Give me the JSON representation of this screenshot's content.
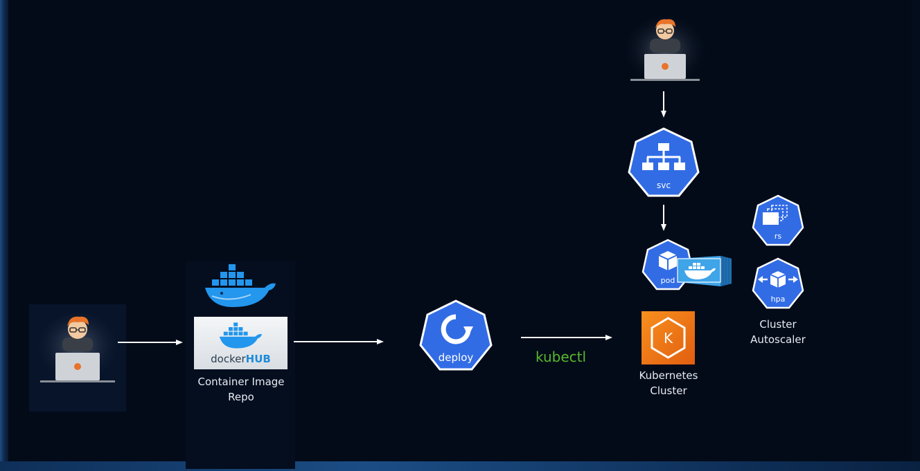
{
  "nodes": {
    "developer_left": {
      "icon": "developer-laptop-icon"
    },
    "developer_top": {
      "icon": "developer-laptop-icon"
    },
    "docker_logo": {
      "icon": "docker-whale-icon"
    },
    "dockerhub": {
      "text_docker": "docker",
      "text_hub": "HUB",
      "icon": "dockerhub-logo-icon"
    },
    "container_repo": {
      "label_line1": "Container Image",
      "label_line2": "Repo"
    },
    "deploy": {
      "label": "deploy",
      "icon": "deploy-icon"
    },
    "kubectl": {
      "label": "kubectl"
    },
    "kubernetes_cluster": {
      "label_line1": "Kubernetes",
      "label_line2": "Cluster",
      "icon": "eks-icon"
    },
    "svc": {
      "label": "svc",
      "icon": "service-icon"
    },
    "pod": {
      "label": "pod",
      "icon": "pod-icon"
    },
    "rs": {
      "label": "rs",
      "icon": "replicaset-icon"
    },
    "hpa": {
      "label": "hpa",
      "icon": "hpa-icon"
    },
    "cluster_autoscaler": {
      "label_line1": "Cluster",
      "label_line2": "Autoscaler"
    }
  },
  "colors": {
    "background": "#030b19",
    "k8s_blue": "#326ce5",
    "arrow": "#ffffff",
    "kubectl_green": "#58b82b",
    "eks_orange": "#f7901e",
    "docker_blue": "#1f8bd8"
  }
}
